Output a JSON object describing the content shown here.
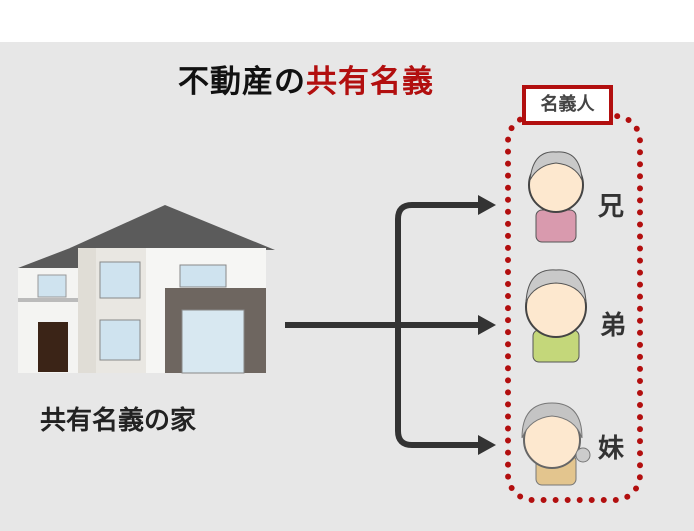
{
  "title": {
    "black": "不動産の",
    "red": "共有名義"
  },
  "house_label": "共有名義の家",
  "owners_label": "名義人",
  "owners": [
    {
      "label": "兄"
    },
    {
      "label": "弟"
    },
    {
      "label": "妹"
    }
  ],
  "colors": {
    "accent": "#b20f0f",
    "arrow": "#333333",
    "background": "#e7e7e7"
  }
}
